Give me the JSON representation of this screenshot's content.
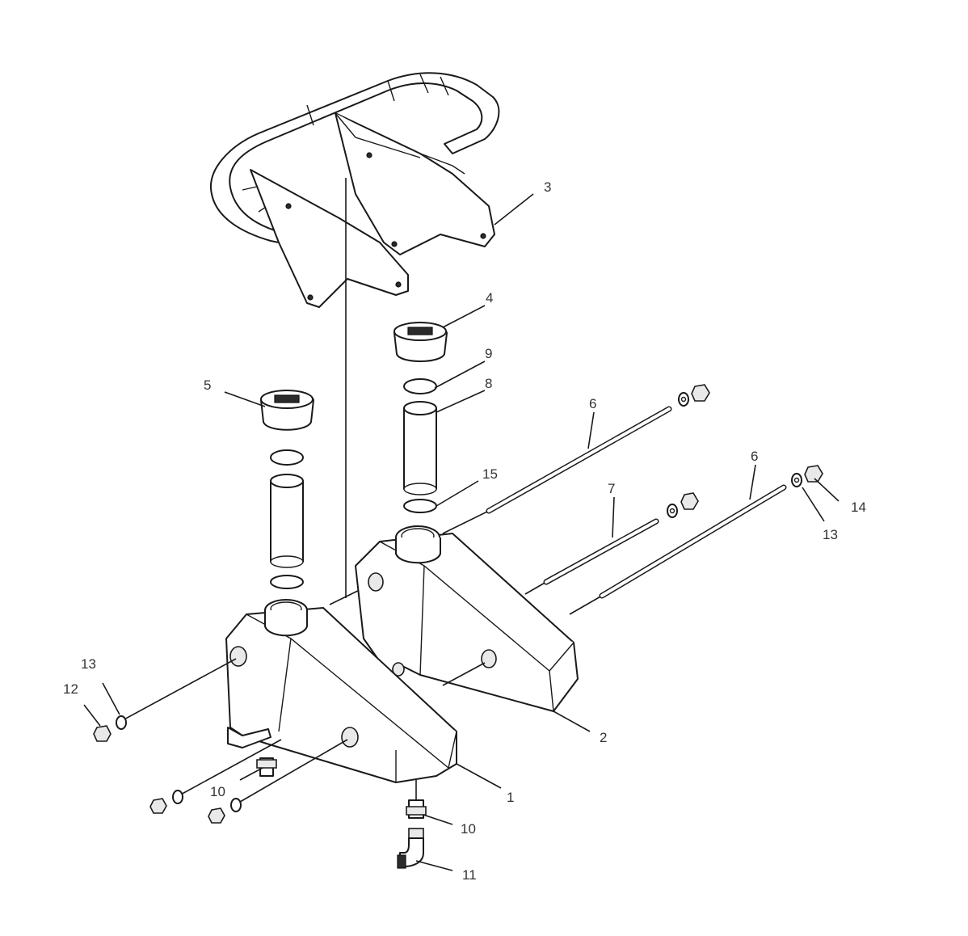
{
  "callouts": [
    {
      "id": "c1",
      "text": "1"
    },
    {
      "id": "c2",
      "text": "2"
    },
    {
      "id": "c3",
      "text": "3"
    },
    {
      "id": "c4",
      "text": "4"
    },
    {
      "id": "c5",
      "text": "5"
    },
    {
      "id": "c6a",
      "text": "6"
    },
    {
      "id": "c6b",
      "text": "6"
    },
    {
      "id": "c7",
      "text": "7"
    },
    {
      "id": "c8",
      "text": "8"
    },
    {
      "id": "c9",
      "text": "9"
    },
    {
      "id": "c10a",
      "text": "10"
    },
    {
      "id": "c10b",
      "text": "10"
    },
    {
      "id": "c11",
      "text": "11"
    },
    {
      "id": "c12",
      "text": "12"
    },
    {
      "id": "c13a",
      "text": "13"
    },
    {
      "id": "c13b",
      "text": "13"
    },
    {
      "id": "c14",
      "text": "14"
    },
    {
      "id": "c15",
      "text": "15"
    }
  ]
}
